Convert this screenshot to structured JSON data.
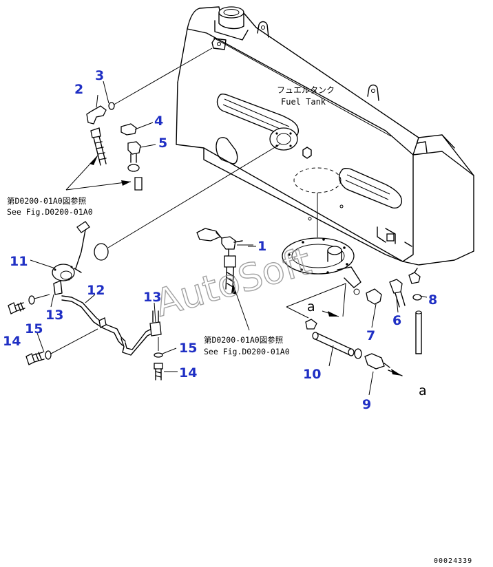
{
  "tank_label": {
    "jp": "フュエルタンク",
    "en": "Fuel Tank"
  },
  "ref_note_left": {
    "jp": "第D0200-01A0図参照",
    "en": "See Fig.D0200-01A0"
  },
  "ref_note_center": {
    "jp": "第D0200-01A0図参照",
    "en": "See Fig.D0200-01A0"
  },
  "watermark": "AutoSoft",
  "view_marker": "a",
  "drawing_code": "00024339",
  "callouts": {
    "c1": "1",
    "c2": "2",
    "c3": "3",
    "c4": "4",
    "c5": "5",
    "c6": "6",
    "c7": "7",
    "c8": "8",
    "c9": "9",
    "c10": "10",
    "c11": "11",
    "c12": "12",
    "c13a": "13",
    "c13b": "13",
    "c14a": "14",
    "c14b": "14",
    "c15a": "15",
    "c15b": "15"
  },
  "colors": {
    "callout": "#1f2fc4",
    "line": "#000000",
    "watermark": "#8a8a8a"
  }
}
